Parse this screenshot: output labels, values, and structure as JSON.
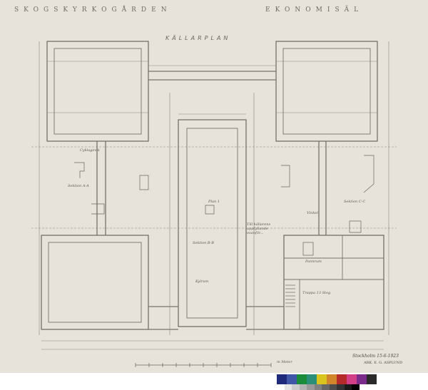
{
  "header": {
    "left": "SKOGSKYRKOGÅRDEN",
    "right": "EKONOMISÄL"
  },
  "plan_title": "KÄLLARPLAN",
  "notes": {
    "garage": "Cyklagevik",
    "sektion_a": "Sektion A-A",
    "sektion_c": "Sektion C-C",
    "sektion_b": "Sektion B-B",
    "plan_detail": "Plan 1",
    "kylrum": "Kylrum",
    "pannrum": "Pannrum",
    "vinkel": "Vinkel",
    "trappa": "Trappa 13 Steg",
    "note_block": "Till källarens uppfyllande ovanför..."
  },
  "signature": {
    "line1": "Stockholm 15-6-1923",
    "line2": "ARK. E. G. ASPLUND"
  },
  "scale_label": "m  Meter",
  "colors": {
    "paper": "#e7e3db",
    "ink": "#6f6a63",
    "color_patches": [
      "#1f2a7a",
      "#3f57a6",
      "#1b8c3a",
      "#2b8f78",
      "#d8c41d",
      "#d2862b",
      "#b52a2a",
      "#d33f86",
      "#7b2c8a",
      "#2a2a2a"
    ],
    "gray_patches": [
      "#ffffff",
      "#e5e5e5",
      "#cccccc",
      "#b3b3b3",
      "#999999",
      "#808080",
      "#666666",
      "#4d4d4d",
      "#333333",
      "#1a1a1a",
      "#000000"
    ]
  }
}
